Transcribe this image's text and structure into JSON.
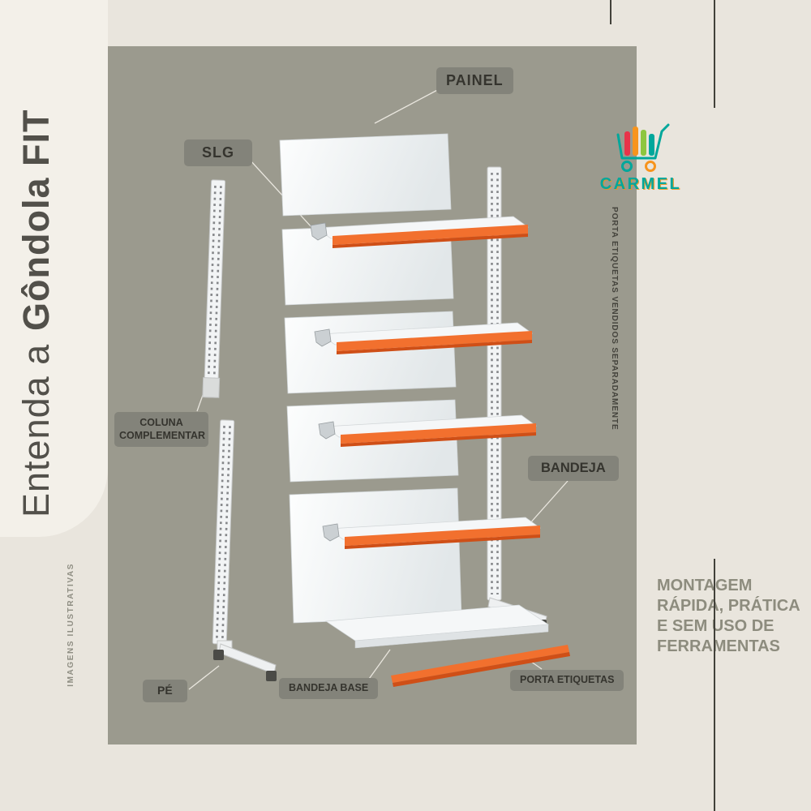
{
  "title": {
    "regular": "Entenda a",
    "bold": "Gôndola FIT"
  },
  "watermark": "IMAGENS ILUSTRATIVAS",
  "side_note": "PORTA ETIQUETAS VENDIDOS SEPARADAMENTE",
  "part_labels": {
    "painel": "PAINEL",
    "slg": "SLG",
    "coluna_complementar": "COLUNA COMPLEMENTAR",
    "bandeja": "BANDEJA",
    "pe": "PÉ",
    "bandeja_base": "BANDEJA BASE",
    "porta_etiquetas": "PORTA ETIQUETAS"
  },
  "logo": {
    "brand": "CARMEL"
  },
  "tagline": {
    "lines": [
      "MONTAGEM",
      "RÁPIDA, PRÁTICA",
      "E SEM USO DE",
      "FERRAMENTAS"
    ]
  },
  "colors": {
    "background": "#e9e5dd",
    "panel": "#9b9a8e",
    "accent_orange": "#f2702e",
    "brand_teal": "#00a79b",
    "title_text": "#52504a"
  }
}
